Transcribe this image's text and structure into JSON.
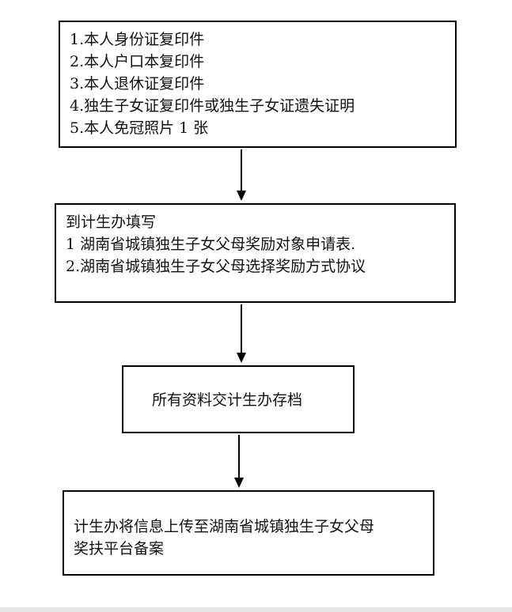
{
  "steps": [
    {
      "lines": [
        "1.本人身份证复印件",
        "2.本人户口本复印件",
        "3.本人退休证复印件",
        "4.独生子女证复印件或独生子女证遗失证明",
        "5.本人免冠照片 1 张"
      ]
    },
    {
      "lines": [
        "到计生办填写",
        "1 湖南省城镇独生子女父母奖励对象申请表.",
        "2.湖南省城镇独生子女父母选择奖励方式协议"
      ]
    },
    {
      "lines": [
        "所有资料交计生办存档"
      ]
    },
    {
      "lines": [
        "计生办将信息上传至湖南省城镇独生子女父母",
        "奖扶平台备案"
      ]
    }
  ]
}
